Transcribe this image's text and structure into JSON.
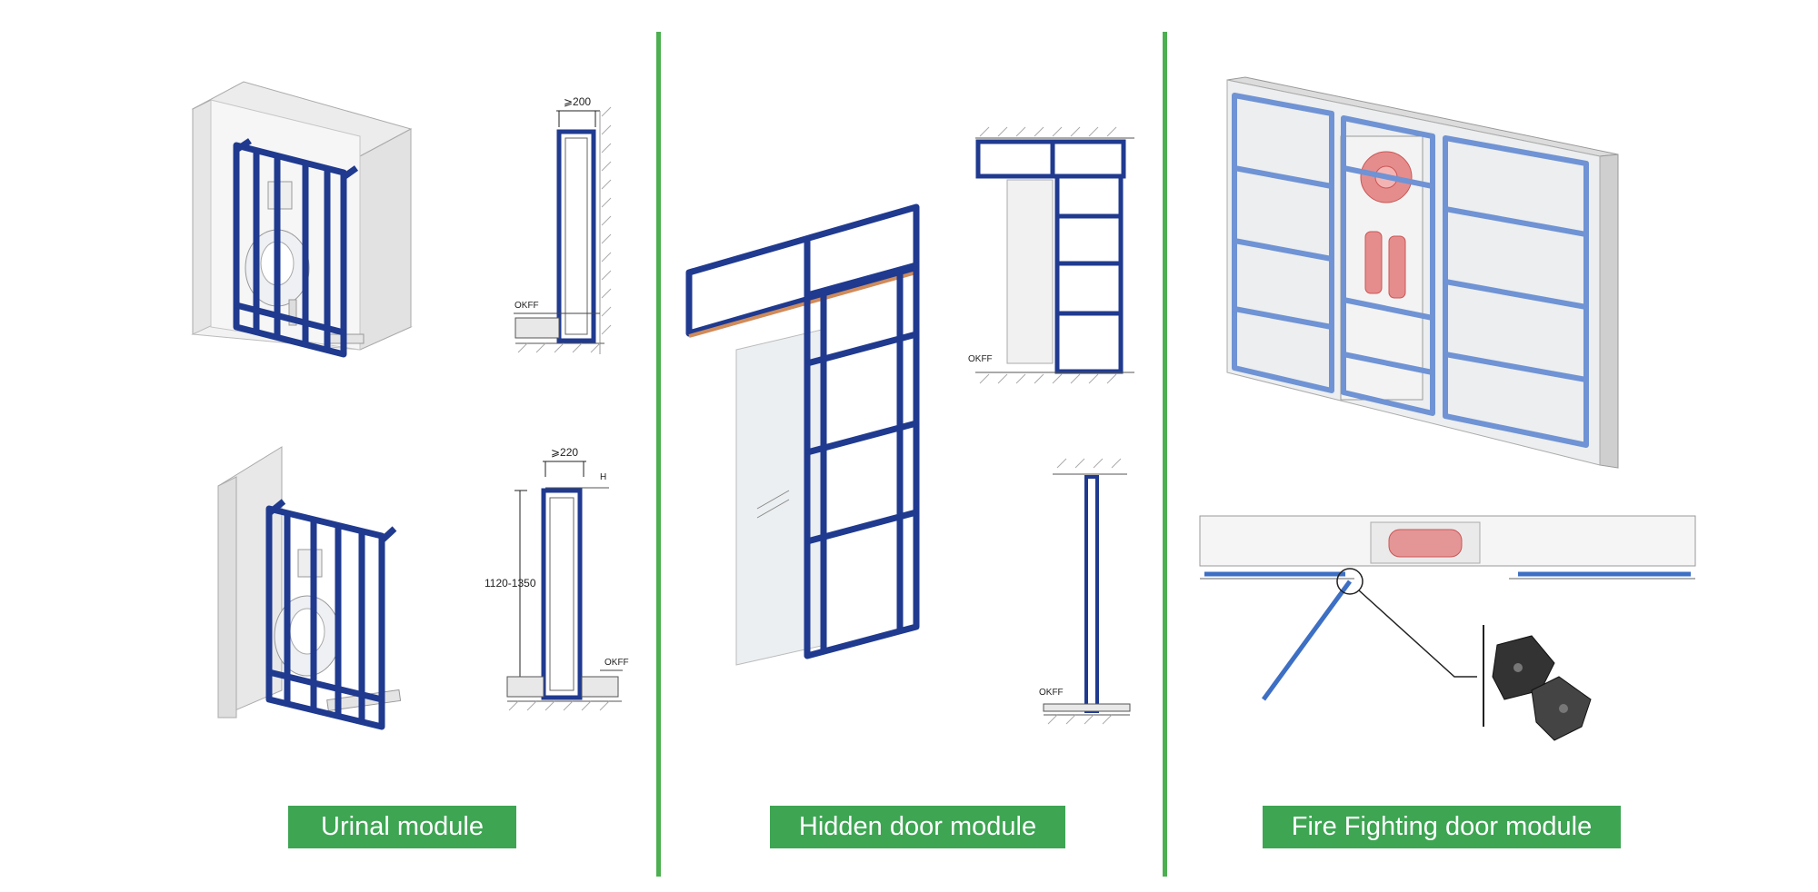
{
  "modules": [
    {
      "label": "Urinal module",
      "dims": {
        "top_width": "⩾200",
        "bottom_width": "⩾220",
        "height_range": "1120-1350",
        "floor_ref": "OKFF",
        "height_ref": "H"
      }
    },
    {
      "label": "Hidden door module",
      "dims": {
        "floor_ref": "OKFF"
      }
    },
    {
      "label": "Fire Fighting door module"
    }
  ],
  "colors": {
    "frame_blue": "#1f3a8f",
    "frame_light_blue": "#6f93d4",
    "divider_green": "#4caf50",
    "label_green": "#3ea553",
    "hose_red": "#e27a7a",
    "wall_gray": "#d9d9d9",
    "hinge_dark": "#333333"
  }
}
